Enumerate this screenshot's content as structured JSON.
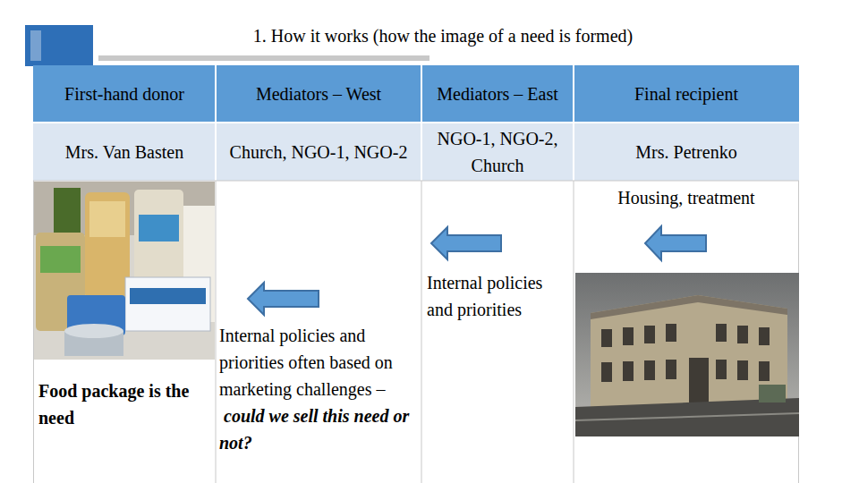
{
  "diagram": {
    "title": "1. How it works (how the image of a need is formed)",
    "labels": [
      "First-hand donor",
      "Mediators – West",
      "Mediators – East",
      "Final recipient",
      "Mrs. Van Basten",
      "Church, NGO-1, NGO-2",
      "NGO-1, NGO-2, Church",
      "Mrs. Petrenko",
      "Housing, treatment",
      "Internal policies and priorities",
      "Food package is the need",
      "Internal policies and priorities often based on marketing challenges –",
      "could we sell this need or not?"
    ]
  }
}
